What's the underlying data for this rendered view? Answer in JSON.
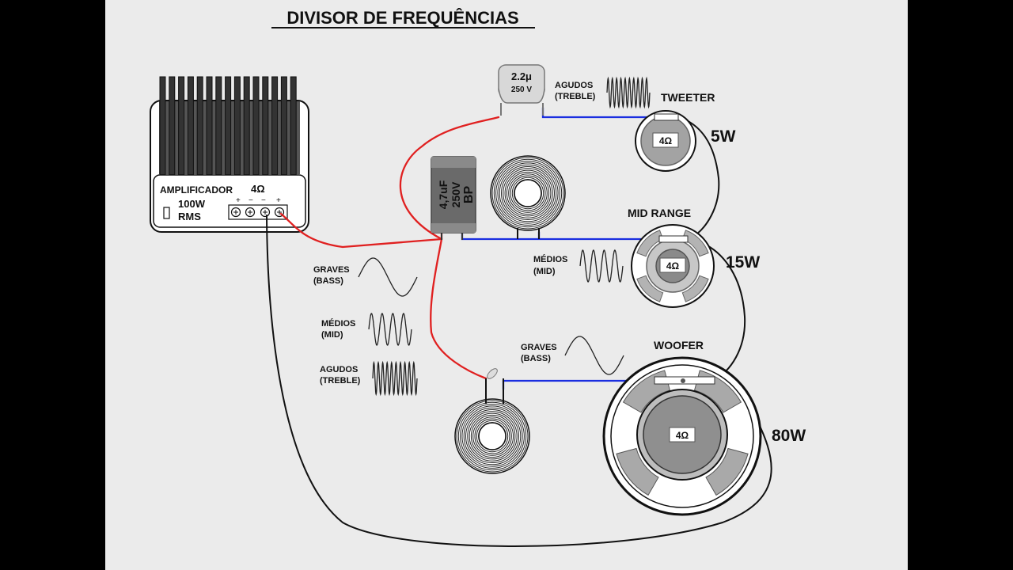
{
  "title": "DIVISOR DE FREQUÊNCIAS",
  "amplifier": {
    "name": "AMPLIFICADOR",
    "impedance": "4Ω",
    "power_line1": "100W",
    "power_line2": "RMS",
    "terminal_signs": [
      "+",
      "−",
      "−",
      "+"
    ]
  },
  "capacitor_small": {
    "value": "2.2μ",
    "voltage": "250 V"
  },
  "capacitor_large": {
    "line1": "4,7uF",
    "line2": "250V",
    "line3": "BP"
  },
  "signals": {
    "agudos_top": [
      "AGUDOS",
      "(TREBLE)"
    ],
    "medios_mid": [
      "MÉDIOS",
      "(MID)"
    ],
    "graves_right": [
      "GRAVES",
      "(BASS)"
    ],
    "legend_graves": [
      "GRAVES",
      "(BASS)"
    ],
    "legend_medios": [
      "MÉDIOS",
      "(MID)"
    ],
    "legend_agudos": [
      "AGUDOS",
      "(TREBLE)"
    ]
  },
  "speakers": {
    "tweeter": {
      "name": "TWEETER",
      "impedance": "4Ω",
      "power": "5W"
    },
    "midrange": {
      "name": "MID RANGE",
      "impedance": "4Ω",
      "power": "15W"
    },
    "woofer": {
      "name": "WOOFER",
      "impedance": "4Ω",
      "power": "80W"
    }
  },
  "colors": {
    "positive_wire": "#e02020",
    "signal_wire": "#1a2ee0",
    "return_wire": "#111111",
    "background": "#ebebeb"
  }
}
